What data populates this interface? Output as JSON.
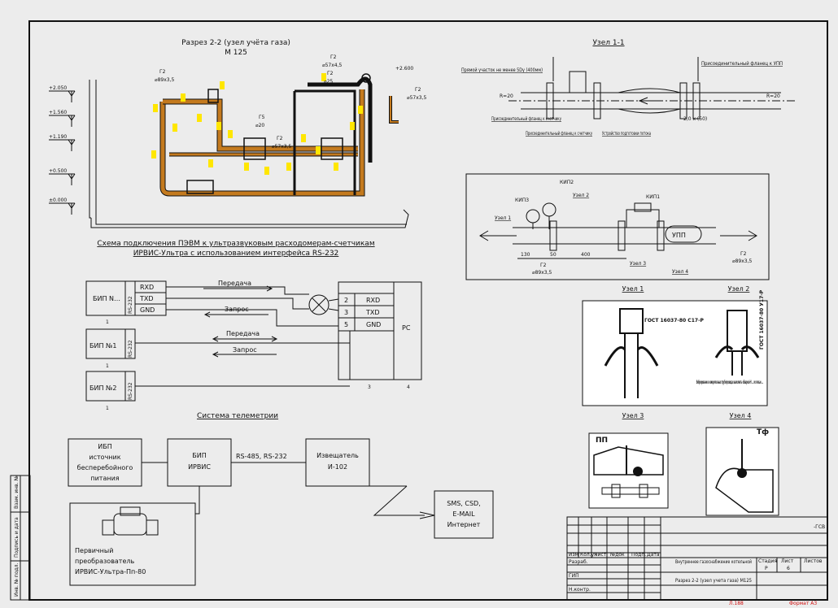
{
  "sheet": {
    "section_title": "Разрез 2-2 (узел учёта газа)",
    "section_scale": "М 125",
    "levels": [
      "+2.050",
      "+1.560",
      "+1.190",
      "+0.500",
      "±0.000"
    ],
    "pipe_labels": {
      "g2_left": "Г2",
      "g2_left_size": "⌀89х3,5",
      "g2_top": "Г2",
      "g2_top_size": "⌀57х4,5",
      "g2_mid": "Г2",
      "g2_mid_size": "⌀25",
      "g5": "Г5",
      "g5_size": "⌀20",
      "g2_low": "Г2",
      "g2_low_size": "⌀57х3,5",
      "g2_right": "Г2",
      "g2_right_size": "⌀57х3,5",
      "level_right": "+2.600"
    }
  },
  "node11": {
    "title": "Узел 1-1",
    "straight_section": "Прямой участок не менее 5Dу (400мм)",
    "flange_counter_1": "Присоединительный фланец к счетчику",
    "flange_counter_2": "Присоединительный фланец к счетчику",
    "flange_upp": "Присоединительный фланец к УПП",
    "flow_device": "Устройство подготовки потока",
    "r_left": "R=20",
    "r_right": "R=20",
    "dim": "2,0 х (50)"
  },
  "meter": {
    "kip3": "КИП3",
    "kip2": "КИП2",
    "kip1": "КИП1",
    "node1": "Узел 1",
    "node2": "Узел 2",
    "node3": "Узел 3",
    "node4": "Узел 4",
    "upp": "УПП",
    "g2_left": "Г2",
    "g2_left_size": "⌀89х3,5",
    "g2_right": "Г2",
    "g2_right_size": "⌀89х3,5",
    "dims": [
      "130",
      "50",
      "400"
    ]
  },
  "details": {
    "uzel1": "Узел 1",
    "uzel2": "Узел 2",
    "uzel3": "Узел 3",
    "uzel4": "Узел 4",
    "gost1": "ГОСТ 16037-80 С17-Р",
    "gost2": "ГОСТ 16037-80 У17-Р",
    "note": "Вибрирование в измерительных трубопроводах выполнять обваркой Н ... по гильзе ...",
    "pp": "ПП",
    "tf": "Тф"
  },
  "rs232": {
    "title_line1": "Схема подключения ПЭВМ к ультразвуковым расходомерам-счетчикам",
    "title_line2": "ИРВИС-Ультра с использованием интерфейса RS-232",
    "bip_n": "БИП N…",
    "bip_1": "БИП №1",
    "bip_2": "БИП №2",
    "rs232": "RS-232",
    "signals": [
      "RXD",
      "TXD",
      "GND"
    ],
    "pc_pins": [
      "2",
      "3",
      "5"
    ],
    "pc_signals": [
      "RXD",
      "TXD",
      "GND"
    ],
    "pc": "PC",
    "transmit": "Передача",
    "request": "Запрос",
    "num_1": "1",
    "num_3": "3",
    "num_4": "4"
  },
  "telemetry": {
    "title": "Система телеметрии",
    "ibp_lines": [
      "ИБП",
      "источник",
      "бесперебойного",
      "питания"
    ],
    "bip_lines": [
      "БИП",
      "ИРВИС"
    ],
    "link": "RS-485, RS-232",
    "annunciator_lines": [
      "Извещатель",
      "И-102"
    ],
    "sms_lines": [
      "SMS, CSD,",
      "E-MAIL",
      "Интернет"
    ],
    "primary_lines": [
      "Первичный",
      "преобразователь",
      "ИРВИС-Ультра-Пп-80"
    ]
  },
  "title_block": {
    "code": "-ГСВ",
    "header_cells": [
      "Изм",
      "Кол.уч",
      "Лист",
      "№док",
      "Подп.",
      "Дата"
    ],
    "roles": [
      "Разраб.",
      "ГИП",
      "Н.контр."
    ],
    "project": "Внутреннее газоснабжение котельной",
    "sheet_title": "Разрез 2-2 (узел учета газа) М125",
    "stage_label": "Стадия",
    "sheet_label": "Лист",
    "sheets_label": "Листов",
    "stage": "Р",
    "sheet_no": "6",
    "bottom_left_red": "Л.188",
    "format": "Формат А3"
  },
  "side_stamp": [
    "Взам. инв. №",
    "Подпись и дата",
    "Инв. № подл."
  ],
  "colors": {
    "pipe": "#c47a1e",
    "marker": "#ffe600",
    "ink": "#111111",
    "red": "#d01010",
    "background": "#ececec"
  }
}
